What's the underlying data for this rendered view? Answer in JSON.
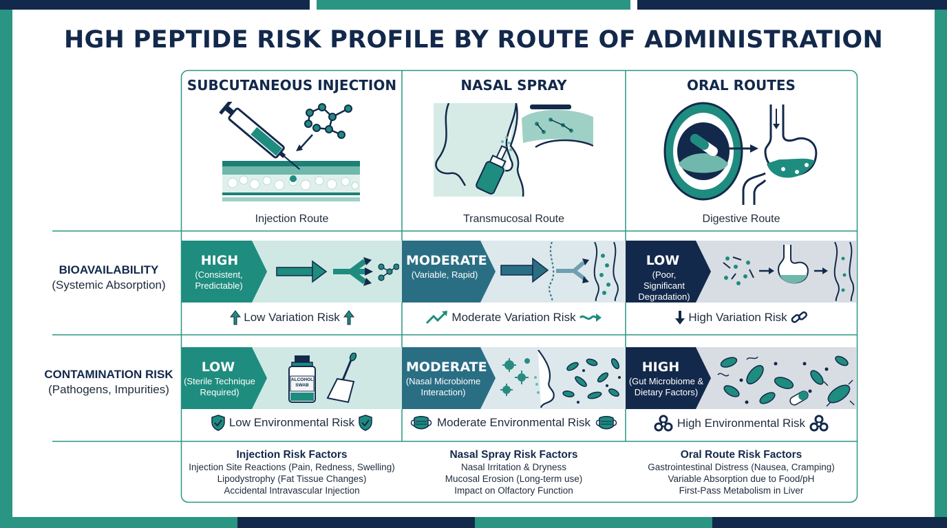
{
  "title": "HGH PEPTIDE RISK PROFILE BY ROUTE OF ADMINISTRATION",
  "colors": {
    "navy": "#13294b",
    "teal": "#1e8c7e",
    "light_teal": "#cfe8e3",
    "frame": "#2a9582"
  },
  "columns": [
    {
      "heading": "SUBCUTANEOUS INJECTION",
      "route": "Injection Route",
      "illustration": "syringe-skin-icon"
    },
    {
      "heading": "NASAL SPRAY",
      "route": "Transmucosal Route",
      "illustration": "nasal-spray-icon"
    },
    {
      "heading": "ORAL ROUTES",
      "route": "Digestive Route",
      "illustration": "mouth-stomach-icon"
    }
  ],
  "rows": [
    {
      "label": "BIOAVAILABILITY",
      "sublabel": "(Systemic Absorption)",
      "cells": [
        {
          "level": "HIGH",
          "detail": "(Consistent, Predictable)",
          "risk": "Low Variation Risk"
        },
        {
          "level": "MODERATE",
          "detail": "(Variable, Rapid)",
          "risk": "Moderate Variation Risk"
        },
        {
          "level": "LOW",
          "detail": "(Poor, Significant Degradation)",
          "risk": "High Variation Risk"
        }
      ]
    },
    {
      "label": "CONTAMINATION RISK",
      "sublabel": "(Pathogens, Impurities)",
      "cells": [
        {
          "level": "LOW",
          "detail": "(Sterile Technique Required)",
          "risk": "Low Environmental Risk"
        },
        {
          "level": "MODERATE",
          "detail": "(Nasal Microbiome Interaction)",
          "risk": "Moderate Environmental Risk"
        },
        {
          "level": "HIGH",
          "detail": "(Gut Microbiome & Dietary Factors)",
          "risk": "High Environmental Risk"
        }
      ]
    }
  ],
  "vial_label": "ALCOHOL SWAB",
  "factors": [
    {
      "heading": "Injection Risk Factors",
      "items": [
        "Injection Site Reactions (Pain, Redness, Swelling)",
        "Lipodystrophy (Fat Tissue Changes)",
        "Accidental Intravascular Injection"
      ]
    },
    {
      "heading": "Nasal Spray Risk Factors",
      "items": [
        "Nasal Irritation & Dryness",
        "Mucosal Erosion (Long-term use)",
        "Impact on Olfactory Function"
      ]
    },
    {
      "heading": "Oral Route Risk Factors",
      "items": [
        "Gastrointestinal Distress (Nausea, Cramping)",
        "Variable Absorption due to Food/pH",
        "First-Pass Metabolism in Liver"
      ]
    }
  ]
}
